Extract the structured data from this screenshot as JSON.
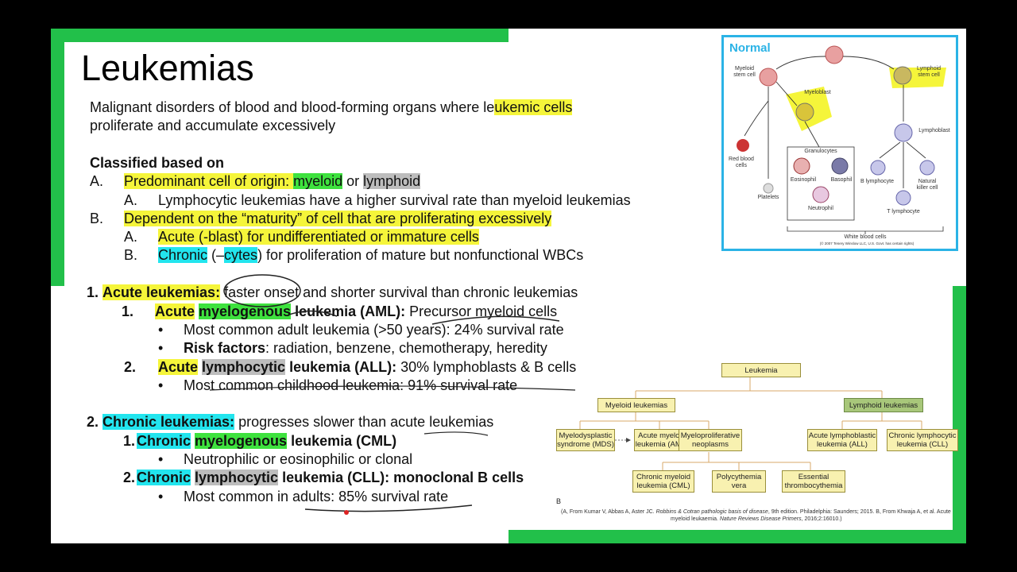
{
  "title": "Leukemias",
  "intro": {
    "line1_a": "Malignant disorders of blood and blood-forming organs where le",
    "line1_b": "ukemic cells",
    "line2": "proliferate and accumulate excessively"
  },
  "classified": {
    "heading": "Classified based on",
    "A_marker": "A.",
    "A_text_a": "Predominant cell of origin: ",
    "A_myeloid": "myeloid",
    "A_or": " or ",
    "A_lymphoid": "lymphoid",
    "A_sub_marker": "A.",
    "A_sub_text": "Lymphocytic leukemias have a higher survival rate than myeloid leukemias",
    "B_marker": "B.",
    "B_text": "Dependent on the “maturity” of cell that are proliferating excessively",
    "B_sub1_marker": "A.",
    "B_sub1_hl": "Acute (-blast)",
    "B_sub1_rest": " for undifferentiated or immature cells",
    "B_sub2_marker": "B.",
    "B_sub2_chronic": "Chronic",
    "B_sub2_mid": " (–",
    "B_sub2_cytes": "cytes",
    "B_sub2_rest": ") for proliferation of mature but nonfunctional WBCs"
  },
  "acute": {
    "num": "1.",
    "heading": "Acute leukemias:",
    "heading_rest": " faster onset and shorter survival than chronic leukemias",
    "aml_num": "1.",
    "aml_acute": "Acute",
    "aml_myelo": "myelogenous",
    "aml_bold_rest": " leukemia (AML):",
    "aml_rest": " Precursor myeloid cells",
    "aml_b1": "Most common adult leukemia (>50 years): 24% survival rate",
    "aml_b2_bold": "Risk factors",
    "aml_b2_rest": ": radiation, benzene, chemotherapy, heredity",
    "all_num": "2.",
    "all_acute": "Acute",
    "all_lympho": "lymphocytic",
    "all_bold_rest": " leukemia (ALL):",
    "all_rest": " 30% lymphoblasts & B cells",
    "all_b1": "Most common childhood leukemia: 91% survival rate"
  },
  "chronic": {
    "num": "2.",
    "heading": "Chronic leukemias:",
    "heading_rest": " progresses slower than acute leukemias",
    "cml_num": "1.",
    "cml_chronic": "Chronic",
    "cml_myelo": "myelogenous",
    "cml_rest": " leukemia (CML)",
    "cml_b1": "Neutrophilic or eosinophilic or clonal",
    "cll_num": "2.",
    "cll_chronic": "Chronic",
    "cll_lympho": "lymphocytic",
    "cll_rest": " leukemia (CLL): monoclonal B cells",
    "cll_b1": "Most common in adults: 85% survival rate"
  },
  "bullet": "•",
  "normal_figure": {
    "title": "Normal",
    "myeloid_stem": "Myeloid\nstem cell",
    "lymphoid_stem": "Lymphoid\nstem cell",
    "myeloblast": "Myeloblast",
    "lymphoblast": "Lymphoblast",
    "rbc": "Red blood\ncells",
    "platelets": "Platelets",
    "granulocytes": "Granulocytes",
    "eosinophil": "Eosinophil",
    "basophil": "Basophil",
    "neutrophil": "Neutrophil",
    "b_lymphocyte": "B lymphocyte",
    "nk_cell": "Natural\nkiller cell",
    "t_lymphocyte": "T lymphocyte",
    "wbc": "White blood cells",
    "copyright": "(© 2007 Tenery Winslow LLC, U.S. Govt. has certain rights)"
  },
  "tree": {
    "root": "Leukemia",
    "myeloid": "Myeloid leukemias",
    "lymphoid": "Lymphoid leukemias",
    "mds": "Myelodysplastic\nsyndrome (MDS)",
    "aml": "Acute myeloid\nleukemia (AML)",
    "mpn": "Myeloproliferative\nneoplasms",
    "all": "Acute lymphoblastic\nleukemia (ALL)",
    "cll": "Chronic lymphocytic\nleukemia (CLL)",
    "cml": "Chronic myeloid\nleukemia (CML)",
    "pv": "Polycythemia\nvera",
    "et": "Essential\nthrombocythemia",
    "label_b": "B",
    "ref_a": "(A, From Kumar V, Abbas A, Aster JC. ",
    "ref_a_i": "Robbins & Cotran pathologic basis of disease",
    "ref_a_rest": ", 9th edition. Philadelphia: Saunders; 2015. B, From Khwaja A, et al. Acute",
    "ref_b": "myeloid leukaemia. ",
    "ref_b_i": "Nature Reviews Disease Primers",
    "ref_b_rest": ", 2016;2:16010.)"
  },
  "colors": {
    "highlight_yellow": "#f5f53a",
    "highlight_green": "#3ee23e",
    "highlight_gray": "#bdbdbd",
    "highlight_cyan": "#22e5ee",
    "bar_green": "#22c04a",
    "figure_border": "#2bb3e6"
  }
}
